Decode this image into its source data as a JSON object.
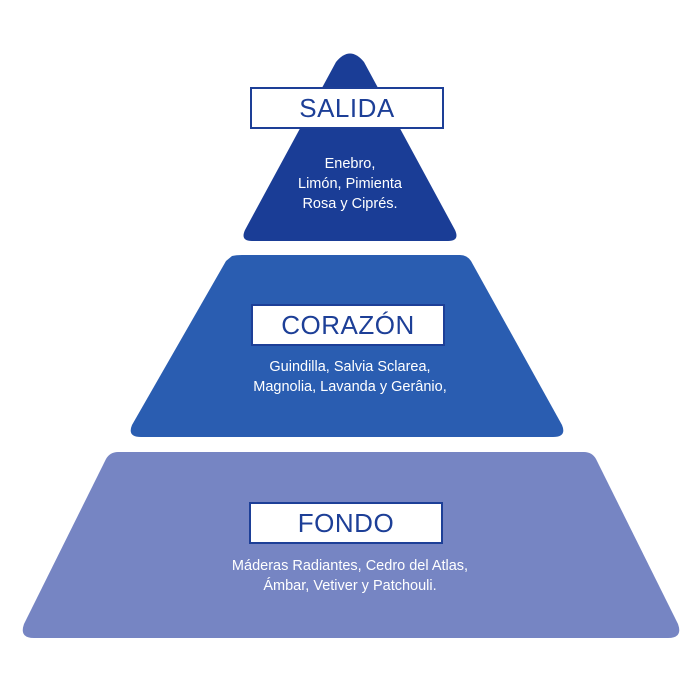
{
  "colors": {
    "salida": "#1a3d96",
    "corazon": "#2a5db1",
    "fondo": "#7685c3",
    "label_text": "#1d3f97"
  },
  "tiers": {
    "salida": {
      "title": "SALIDA",
      "notes": [
        "Enebro,",
        "Limón, Pimienta",
        "Rosa y Ciprés."
      ]
    },
    "corazon": {
      "title": "CORAZÓN",
      "notes": [
        "Guindilla, Salvia Sclarea,",
        "Magnolia, Lavanda y Gerânio,"
      ]
    },
    "fondo": {
      "title": "FONDO",
      "notes": [
        "Máderas Radiantes, Cedro del Atlas,",
        "Ámbar, Vetiver y Patchouli."
      ]
    }
  }
}
